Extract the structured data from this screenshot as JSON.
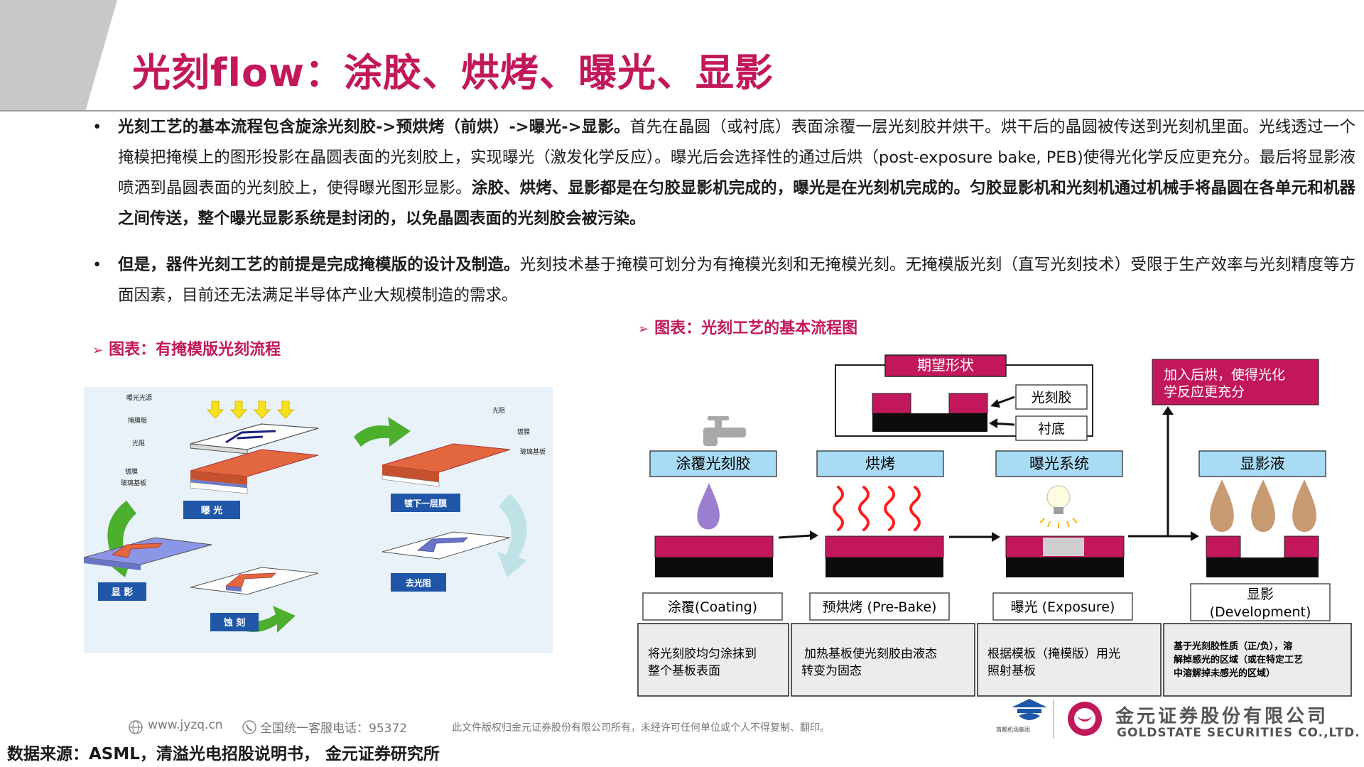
{
  "title": "光刻flow：涂胶、烘烤、曝光、显影",
  "bullets": [
    {
      "bold": "光刻工艺的基本流程包含旋涂光刻胶->预烘烤（前烘）->曝光->显影。",
      "text": "首先在晶圆（或衬底）表面涂覆一层光刻胶并烘干。烘干后的晶圆被传送到光刻机里面。光线透过一个掩模把掩模上的图形投影在晶圆表面的光刻胶上，实现曝光（激发化学反应）。曝光后会选择性的通过后烘（post-exposure bake, PEB)使得光化学反应更充分。最后将显影液喷洒到晶圆表面的光刻胶上，使得曝光图形显影。",
      "bold2": "涂胶、烘烤、显影都是在匀胶显影机完成的，曝光是在光刻机完成的。匀胶显影机和光刻机通过机械手将晶圆在各单元和机器之间传送，整个曝光显影系统是封闭的，以免晶圆表面的光刻胶会被污染。"
    },
    {
      "bold": "但是，器件光刻工艺的前提是完成掩模版的设计及制造。",
      "text": "光刻技术基于掩模可划分为有掩模光刻和无掩模光刻。无掩模版光刻（直写光刻技术）受限于生产效率与光刻精度等方面因素，目前还无法满足半导体产业大规模制造的需求。"
    }
  ],
  "captions": {
    "left": "图表：有掩模版光刻流程",
    "right": "图表：光刻工艺的基本流程图"
  },
  "left_figure": {
    "labels": {
      "exposure_source": "曝光光源",
      "mask": "掩膜版",
      "photoresist": "光阻",
      "coating": "镀膜",
      "glass_substrate": "玻璃基板",
      "photoresist_r": "光阻",
      "coating_r": "镀膜",
      "glass_substrate_r": "玻璃基板"
    },
    "steps": [
      "曝 光",
      "镀下一层膜",
      "去光阻",
      "蚀 刻",
      "显 影"
    ]
  },
  "right_figure": {
    "desired_shape": "期望形状",
    "resist_label": "光刻胶",
    "substrate_label": "衬底",
    "post_bake_note": "加入后烘，使得光化学反应更充分",
    "stage_heads": [
      "涂覆光刻胶",
      "烘烤",
      "曝光系统",
      "显影液"
    ],
    "stage_names": [
      "涂覆(Coating)",
      "预烘烤 (Pre-Bake)",
      "曝光 (Exposure)",
      "显影(Development)"
    ],
    "stage_descs": [
      "将光刻胶均匀涂抹到整个基板表面",
      "加热基板使光刻胶由液态转变为固态",
      "根据模板（掩模版）用光照射基板",
      "基于光刻胶性质（正/负），溶解掉感光的区域（或在特定工艺中溶解掉未感光的区域）"
    ]
  },
  "footer": {
    "website": "www.jyzq.cn",
    "hotline": "全国统一客服电话：95372",
    "copyright": "此文件版权归金元证券股份有限公司所有，未经许可任何单位或个人不得复制、翻印。",
    "airport_group": "首都机场集团",
    "logo_cn": "金元证券股份有限公司",
    "logo_en": "GOLDSTATE SECURITIES CO.,LTD."
  },
  "source": "数据来源：ASML，清溢光电招股说明书， 金元证券研究所",
  "colors": {
    "accent": "#c2185b",
    "resist": "#c2185b",
    "stage_blue": "#a8dcf5"
  }
}
